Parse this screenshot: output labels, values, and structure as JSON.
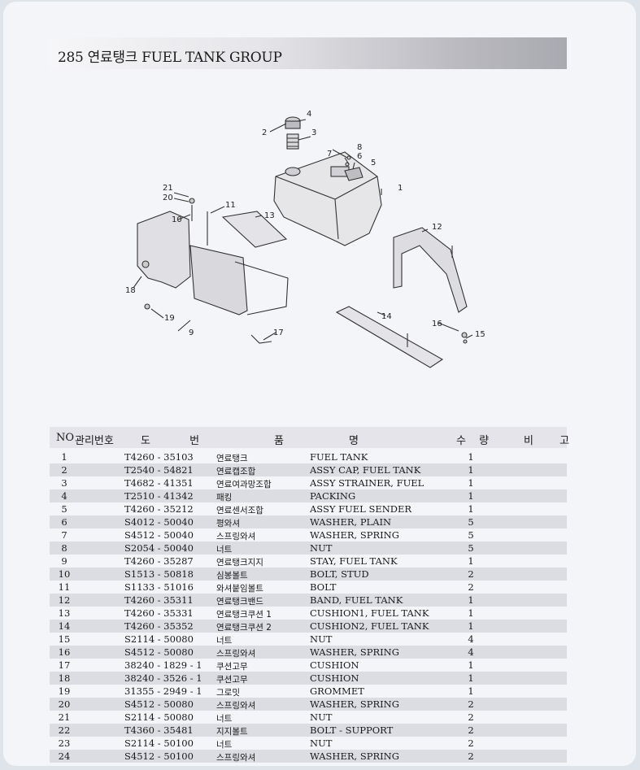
{
  "header": {
    "title": "285  연료탱크 FUEL TANK GROUP"
  },
  "diagram": {
    "callouts": [
      {
        "label": "4"
      },
      {
        "label": "2"
      },
      {
        "label": "3"
      },
      {
        "label": "8"
      },
      {
        "label": "7"
      },
      {
        "label": "6"
      },
      {
        "label": "5"
      },
      {
        "label": "1"
      },
      {
        "label": "21"
      },
      {
        "label": "20"
      },
      {
        "label": "11"
      },
      {
        "label": "13"
      },
      {
        "label": "10"
      },
      {
        "label": "12"
      },
      {
        "label": "18"
      },
      {
        "label": "19"
      },
      {
        "label": "14"
      },
      {
        "label": "9"
      },
      {
        "label": "16"
      },
      {
        "label": "15"
      },
      {
        "label": "17"
      }
    ]
  },
  "table": {
    "headers": {
      "no": "NO",
      "mgmt": "관리번호",
      "drawing": "도 번",
      "name1": "품",
      "name2": "명",
      "qty": "수 량",
      "remarks": "비 고"
    },
    "rows": [
      {
        "no": "1",
        "part": "T4260 - 35103",
        "kor": "연료탱크",
        "eng": "FUEL TANK",
        "qty": "1"
      },
      {
        "no": "2",
        "part": "T2540 - 54821",
        "kor": "연료캡조합",
        "eng": "ASSY CAP, FUEL TANK",
        "qty": "1"
      },
      {
        "no": "3",
        "part": "T4682 - 41351",
        "kor": "연료여과망조합",
        "eng": "ASSY STRAINER, FUEL",
        "qty": "1"
      },
      {
        "no": "4",
        "part": "T2510 - 41342",
        "kor": "패킹",
        "eng": "PACKING",
        "qty": "1"
      },
      {
        "no": "5",
        "part": "T4260 - 35212",
        "kor": "연료센서조합",
        "eng": "ASSY FUEL SENDER",
        "qty": "1"
      },
      {
        "no": "6",
        "part": "S4012 - 50040",
        "kor": "평와셔",
        "eng": "WASHER, PLAIN",
        "qty": "5"
      },
      {
        "no": "7",
        "part": "S4512 - 50040",
        "kor": "스프링와셔",
        "eng": "WASHER, SPRING",
        "qty": "5"
      },
      {
        "no": "8",
        "part": "S2054 - 50040",
        "kor": "너트",
        "eng": "NUT",
        "qty": "5"
      },
      {
        "no": "9",
        "part": "T4260 - 35287",
        "kor": "연료탱크지지",
        "eng": "STAY, FUEL TANK",
        "qty": "1"
      },
      {
        "no": "10",
        "part": "S1513 - 50818",
        "kor": "심봉볼트",
        "eng": "BOLT, STUD",
        "qty": "2"
      },
      {
        "no": "11",
        "part": "S1133 - 51016",
        "kor": "와셔붙임볼트",
        "eng": "BOLT",
        "qty": "2"
      },
      {
        "no": "12",
        "part": "T4260 - 35311",
        "kor": "연료탱크밴드",
        "eng": "BAND, FUEL TANK",
        "qty": "1"
      },
      {
        "no": "13",
        "part": "T4260 - 35331",
        "kor": "연료탱크쿠션 1",
        "eng": "CUSHION1, FUEL TANK",
        "qty": "1"
      },
      {
        "no": "14",
        "part": "T4260 - 35352",
        "kor": "연료탱크쿠션 2",
        "eng": "CUSHION2, FUEL TANK",
        "qty": "1"
      },
      {
        "no": "15",
        "part": "S2114 - 50080",
        "kor": "너트",
        "eng": "NUT",
        "qty": "4"
      },
      {
        "no": "16",
        "part": "S4512 - 50080",
        "kor": "스프링와셔",
        "eng": "WASHER, SPRING",
        "qty": "4"
      },
      {
        "no": "17",
        "part": "38240 - 1829 - 1",
        "kor": "쿠션고무",
        "eng": "CUSHION",
        "qty": "1"
      },
      {
        "no": "18",
        "part": "38240 - 3526 - 1",
        "kor": "쿠션고무",
        "eng": "CUSHION",
        "qty": "1"
      },
      {
        "no": "19",
        "part": "31355 - 2949 - 1",
        "kor": "그로밋",
        "eng": "GROMMET",
        "qty": "1"
      },
      {
        "no": "20",
        "part": "S4512 - 50080",
        "kor": "스프링와셔",
        "eng": "WASHER, SPRING",
        "qty": "2"
      },
      {
        "no": "21",
        "part": "S2114 - 50080",
        "kor": "너트",
        "eng": "NUT",
        "qty": "2"
      },
      {
        "no": "22",
        "part": "T4360 - 35481",
        "kor": "지지볼트",
        "eng": "BOLT - SUPPORT",
        "qty": "2"
      },
      {
        "no": "23",
        "part": "S2114 - 50100",
        "kor": "너트",
        "eng": "NUT",
        "qty": "2"
      },
      {
        "no": "24",
        "part": "S4512 - 50100",
        "kor": "스프링와셔",
        "eng": "WASHER, SPRING",
        "qty": "2"
      }
    ]
  }
}
